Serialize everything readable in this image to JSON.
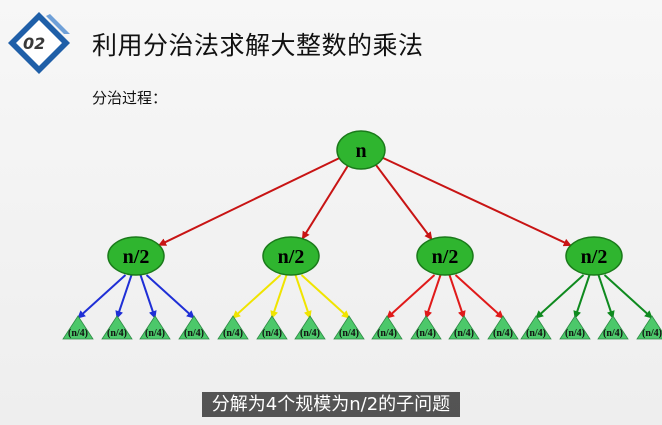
{
  "header": {
    "section_number": "02",
    "title": "利用分治法求解大整数的乘法"
  },
  "subtitle": "分治过程：",
  "tree": {
    "root_label": "n",
    "child_label": "n/2",
    "leaf_label": "(n/4)",
    "children_count": 4,
    "leaves_per_child": 4,
    "colors": {
      "node_fill": "#2fb52f",
      "node_stroke": "#1a7a1a",
      "root_edges": "#c81414",
      "branch_edges": [
        "#1f2fd6",
        "#f0e400",
        "#e01a1a",
        "#0f8a1f"
      ],
      "leaf_fill": "#4cc86a"
    }
  },
  "caption": "分解为4个规模为n/2的子问题"
}
